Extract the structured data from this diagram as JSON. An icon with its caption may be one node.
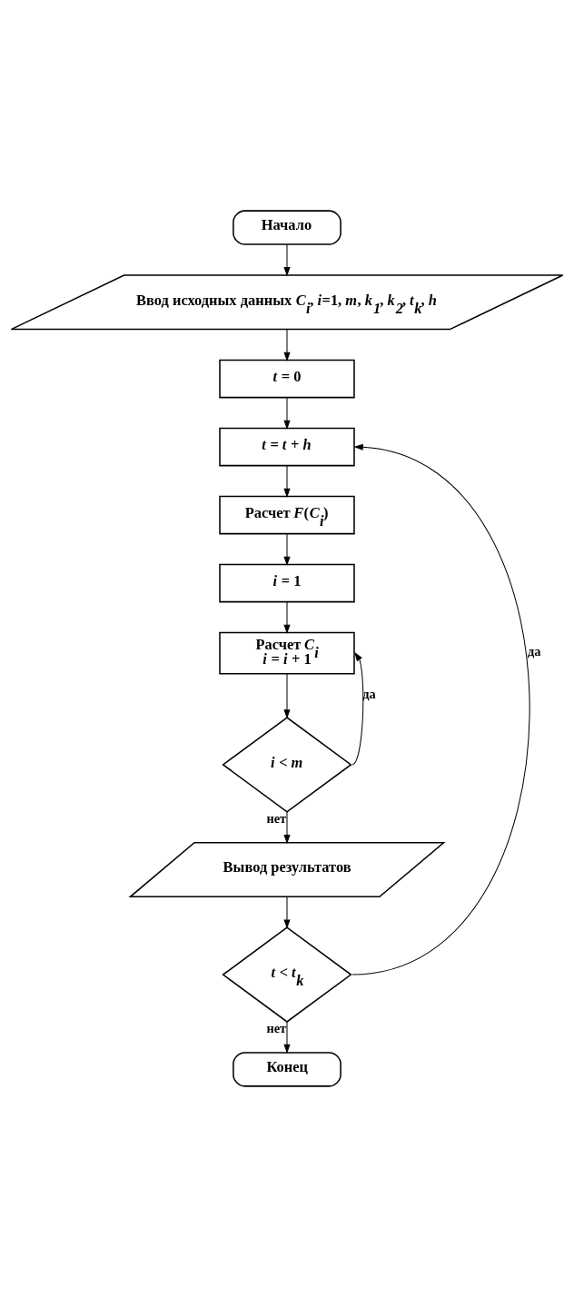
{
  "diagram": {
    "nodes": [
      {
        "text": [
          "Начало"
        ]
      },
      {
        "text": [
          "Ввод исходных данных *C*$_{i}$, *i*=1, *m*, *k*$_{1}$, *k*$_{2}$, *t*$_{k}$, *h*"
        ]
      },
      {
        "text": [
          "*t* = 0"
        ]
      },
      {
        "text": [
          "*t* = *t* + *h*"
        ]
      },
      {
        "text": [
          "Расчет *F*(*C*$_{i}$)"
        ]
      },
      {
        "text": [
          "*i* = 1"
        ]
      },
      {
        "text": [
          "Расчет *C*$_{i}$",
          "*i* = *i* + 1"
        ]
      },
      {
        "text": [
          "*i* < *m*"
        ]
      },
      {
        "text": [
          "Вывод результатов"
        ]
      },
      {
        "text": [
          "*t* < *t*$_{k}$"
        ]
      },
      {
        "text": [
          "Конец"
        ]
      }
    ],
    "edges": [
      {
        "from": 0,
        "to": 1,
        "arrow": "to"
      },
      {
        "from": 1,
        "to": 2,
        "arrow": "to"
      },
      {
        "from": 2,
        "to": 3,
        "arrow": "to"
      },
      {
        "from": 3,
        "to": 4,
        "arrow": "to"
      },
      {
        "from": 4,
        "to": 5,
        "arrow": "to"
      },
      {
        "from": 5,
        "to": 6,
        "arrow": "to"
      },
      {
        "from": 6,
        "to": 7,
        "arrow": "to"
      },
      {
        "from": 7,
        "to": 6,
        "arrow": "to",
        "label": "да"
      },
      {
        "from": 7,
        "to": 8,
        "arrow": "to",
        "label": "нет"
      },
      {
        "from": 8,
        "to": 9,
        "arrow": "to"
      },
      {
        "from": 9,
        "to": 3,
        "arrow": "to",
        "label": "да"
      },
      {
        "from": 9,
        "to": 10,
        "arrow": "to",
        "label": "нет"
      }
    ]
  }
}
